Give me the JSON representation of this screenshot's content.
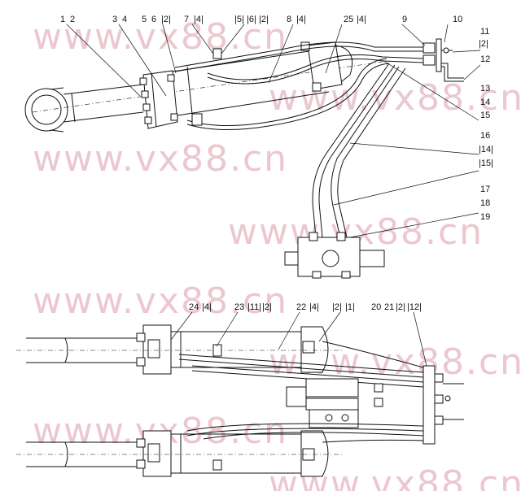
{
  "watermark": "www.vx88.cn",
  "top_view_labels": {
    "l1": "1",
    "l2": "2",
    "l3": "3",
    "l4": "4",
    "l5": "5",
    "l6": "6",
    "l6b": "|2|",
    "l7": "7",
    "l7b": "|4|",
    "l5b": "|5|",
    "l6c": "|6|",
    "l6d": "|2|",
    "l8": "8",
    "l8b": "|4|",
    "l25": "25",
    "l25b": "|4|",
    "l9": "9",
    "l10": "10",
    "l11": "11",
    "l11b": "|2|",
    "l12": "12",
    "l13": "13",
    "l14": "14",
    "l15": "15",
    "l16": "16",
    "l16b": "|14|",
    "l16c": "|15|",
    "l17": "17",
    "l18": "18",
    "l19": "19"
  },
  "bottom_view_labels": {
    "l24": "24",
    "l24b": "|4|",
    "l23": "23",
    "l23b": "|11|",
    "l23c": "|2|",
    "l22": "22",
    "l22b": "|4|",
    "lb2": "|2|",
    "lb1": "|1|",
    "l20": "20",
    "l21": "21",
    "l21b": "|2|",
    "l21c": "|12|"
  }
}
